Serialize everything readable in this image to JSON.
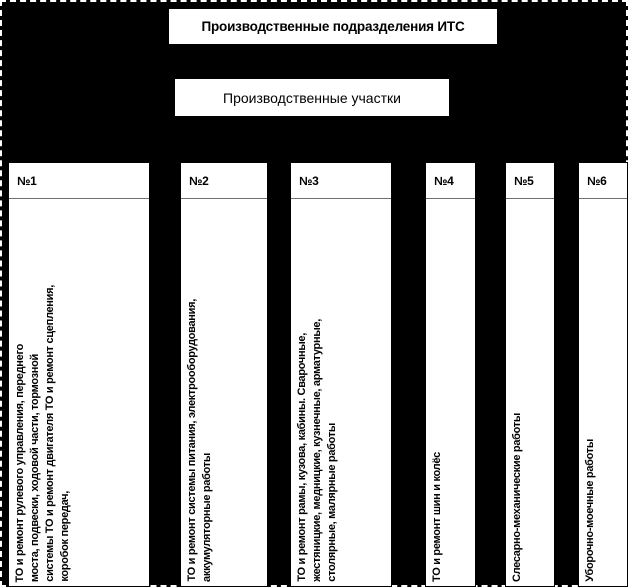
{
  "diagram": {
    "title": "Производственные подразделения ИТС",
    "subtitle": "Производственные участки",
    "colors": {
      "background": "#000000",
      "node_fill": "#ffffff",
      "node_border": "#000000",
      "text": "#000000",
      "canvas_border": "#ffffff"
    },
    "columns": [
      {
        "header": "№1",
        "lines": [
          "ТО и ремонт рулевого управления, переднего",
          "моста, подвески, ходовой части, тормозной",
          "системы ТО и ремонт двигателя ТО и ремонт сцепления,",
          "коробок передач,"
        ]
      },
      {
        "header": "№2",
        "lines": [
          "ТО и ремонт системы питания, электрооборудования,",
          "аккумуляторные работы"
        ]
      },
      {
        "header": "№3",
        "lines": [
          "ТО и ремонт рамы, кузова, кабины. Сварочные,",
          "жестяницкие, медницкие, кузнечные, арматурные,",
          "столярные, малярные работы"
        ]
      },
      {
        "header": "№4",
        "lines": [
          "ТО и ремонт шин и колёс"
        ]
      },
      {
        "header": "№5",
        "lines": [
          "Слесарно-механические работы"
        ]
      },
      {
        "header": "№6",
        "lines": [
          "Уборочно-моечные работы"
        ]
      }
    ]
  }
}
